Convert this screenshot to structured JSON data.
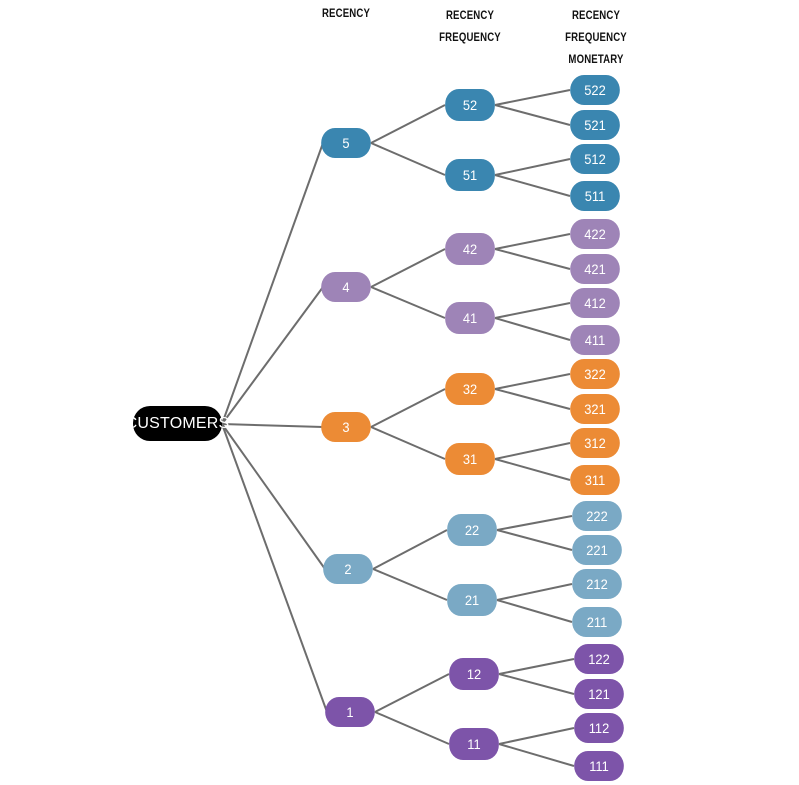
{
  "headers": [
    {
      "lines": [
        "RECENCY"
      ]
    },
    {
      "lines": [
        "RECENCY",
        "FREQUENCY"
      ]
    },
    {
      "lines": [
        "RECENCY",
        "FREQUENCY",
        "MONETARY"
      ]
    }
  ],
  "root": {
    "label": "CUSTOMERS"
  },
  "colors": {
    "5": "#3a86b0",
    "4": "#9e84b7",
    "3": "#ec8b35",
    "2": "#7aa9c5",
    "1": "#7d54a9",
    "edge": "#6d6d6d"
  },
  "tree": [
    {
      "label": "5",
      "children": [
        {
          "label": "52",
          "children": [
            {
              "label": "522"
            },
            {
              "label": "521"
            }
          ]
        },
        {
          "label": "51",
          "children": [
            {
              "label": "512"
            },
            {
              "label": "511"
            }
          ]
        }
      ]
    },
    {
      "label": "4",
      "children": [
        {
          "label": "42",
          "children": [
            {
              "label": "422"
            },
            {
              "label": "421"
            }
          ]
        },
        {
          "label": "41",
          "children": [
            {
              "label": "412"
            },
            {
              "label": "411"
            }
          ]
        }
      ]
    },
    {
      "label": "3",
      "children": [
        {
          "label": "32",
          "children": [
            {
              "label": "322"
            },
            {
              "label": "321"
            }
          ]
        },
        {
          "label": "31",
          "children": [
            {
              "label": "312"
            },
            {
              "label": "311"
            }
          ]
        }
      ]
    },
    {
      "label": "2",
      "children": [
        {
          "label": "22",
          "children": [
            {
              "label": "222"
            },
            {
              "label": "221"
            }
          ]
        },
        {
          "label": "21",
          "children": [
            {
              "label": "212"
            },
            {
              "label": "211"
            }
          ]
        }
      ]
    },
    {
      "label": "1",
      "children": [
        {
          "label": "12",
          "children": [
            {
              "label": "122"
            },
            {
              "label": "121"
            }
          ]
        },
        {
          "label": "11",
          "children": [
            {
              "label": "112"
            },
            {
              "label": "111"
            }
          ]
        }
      ]
    }
  ]
}
